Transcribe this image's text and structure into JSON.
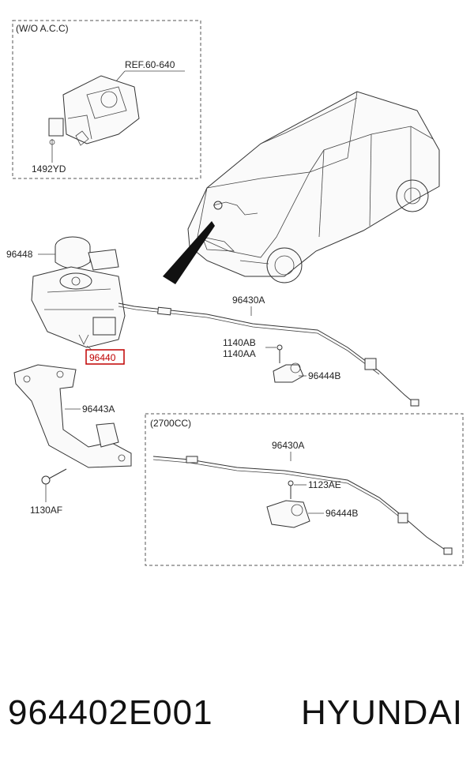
{
  "insets": {
    "top": {
      "title": "(W/O A.C.C)",
      "ref": "REF.60-640",
      "bolt": "1492YD"
    },
    "bottom": {
      "title": "(2700CC)",
      "cable": "96430A",
      "bolt": "1123AE",
      "clip": "96444B"
    }
  },
  "labels": {
    "actuator_cover": "96448",
    "cable_main": "96430A",
    "bolt_1": "1140AB",
    "bolt_2": "1140AA",
    "clip": "96444B",
    "highlight": "96440",
    "bracket": "96443A",
    "bracket_bolt": "1130AF"
  },
  "colors": {
    "highlight": "#c00000"
  },
  "footer": {
    "part_number": "964402E001",
    "brand": "HYUNDAI"
  }
}
